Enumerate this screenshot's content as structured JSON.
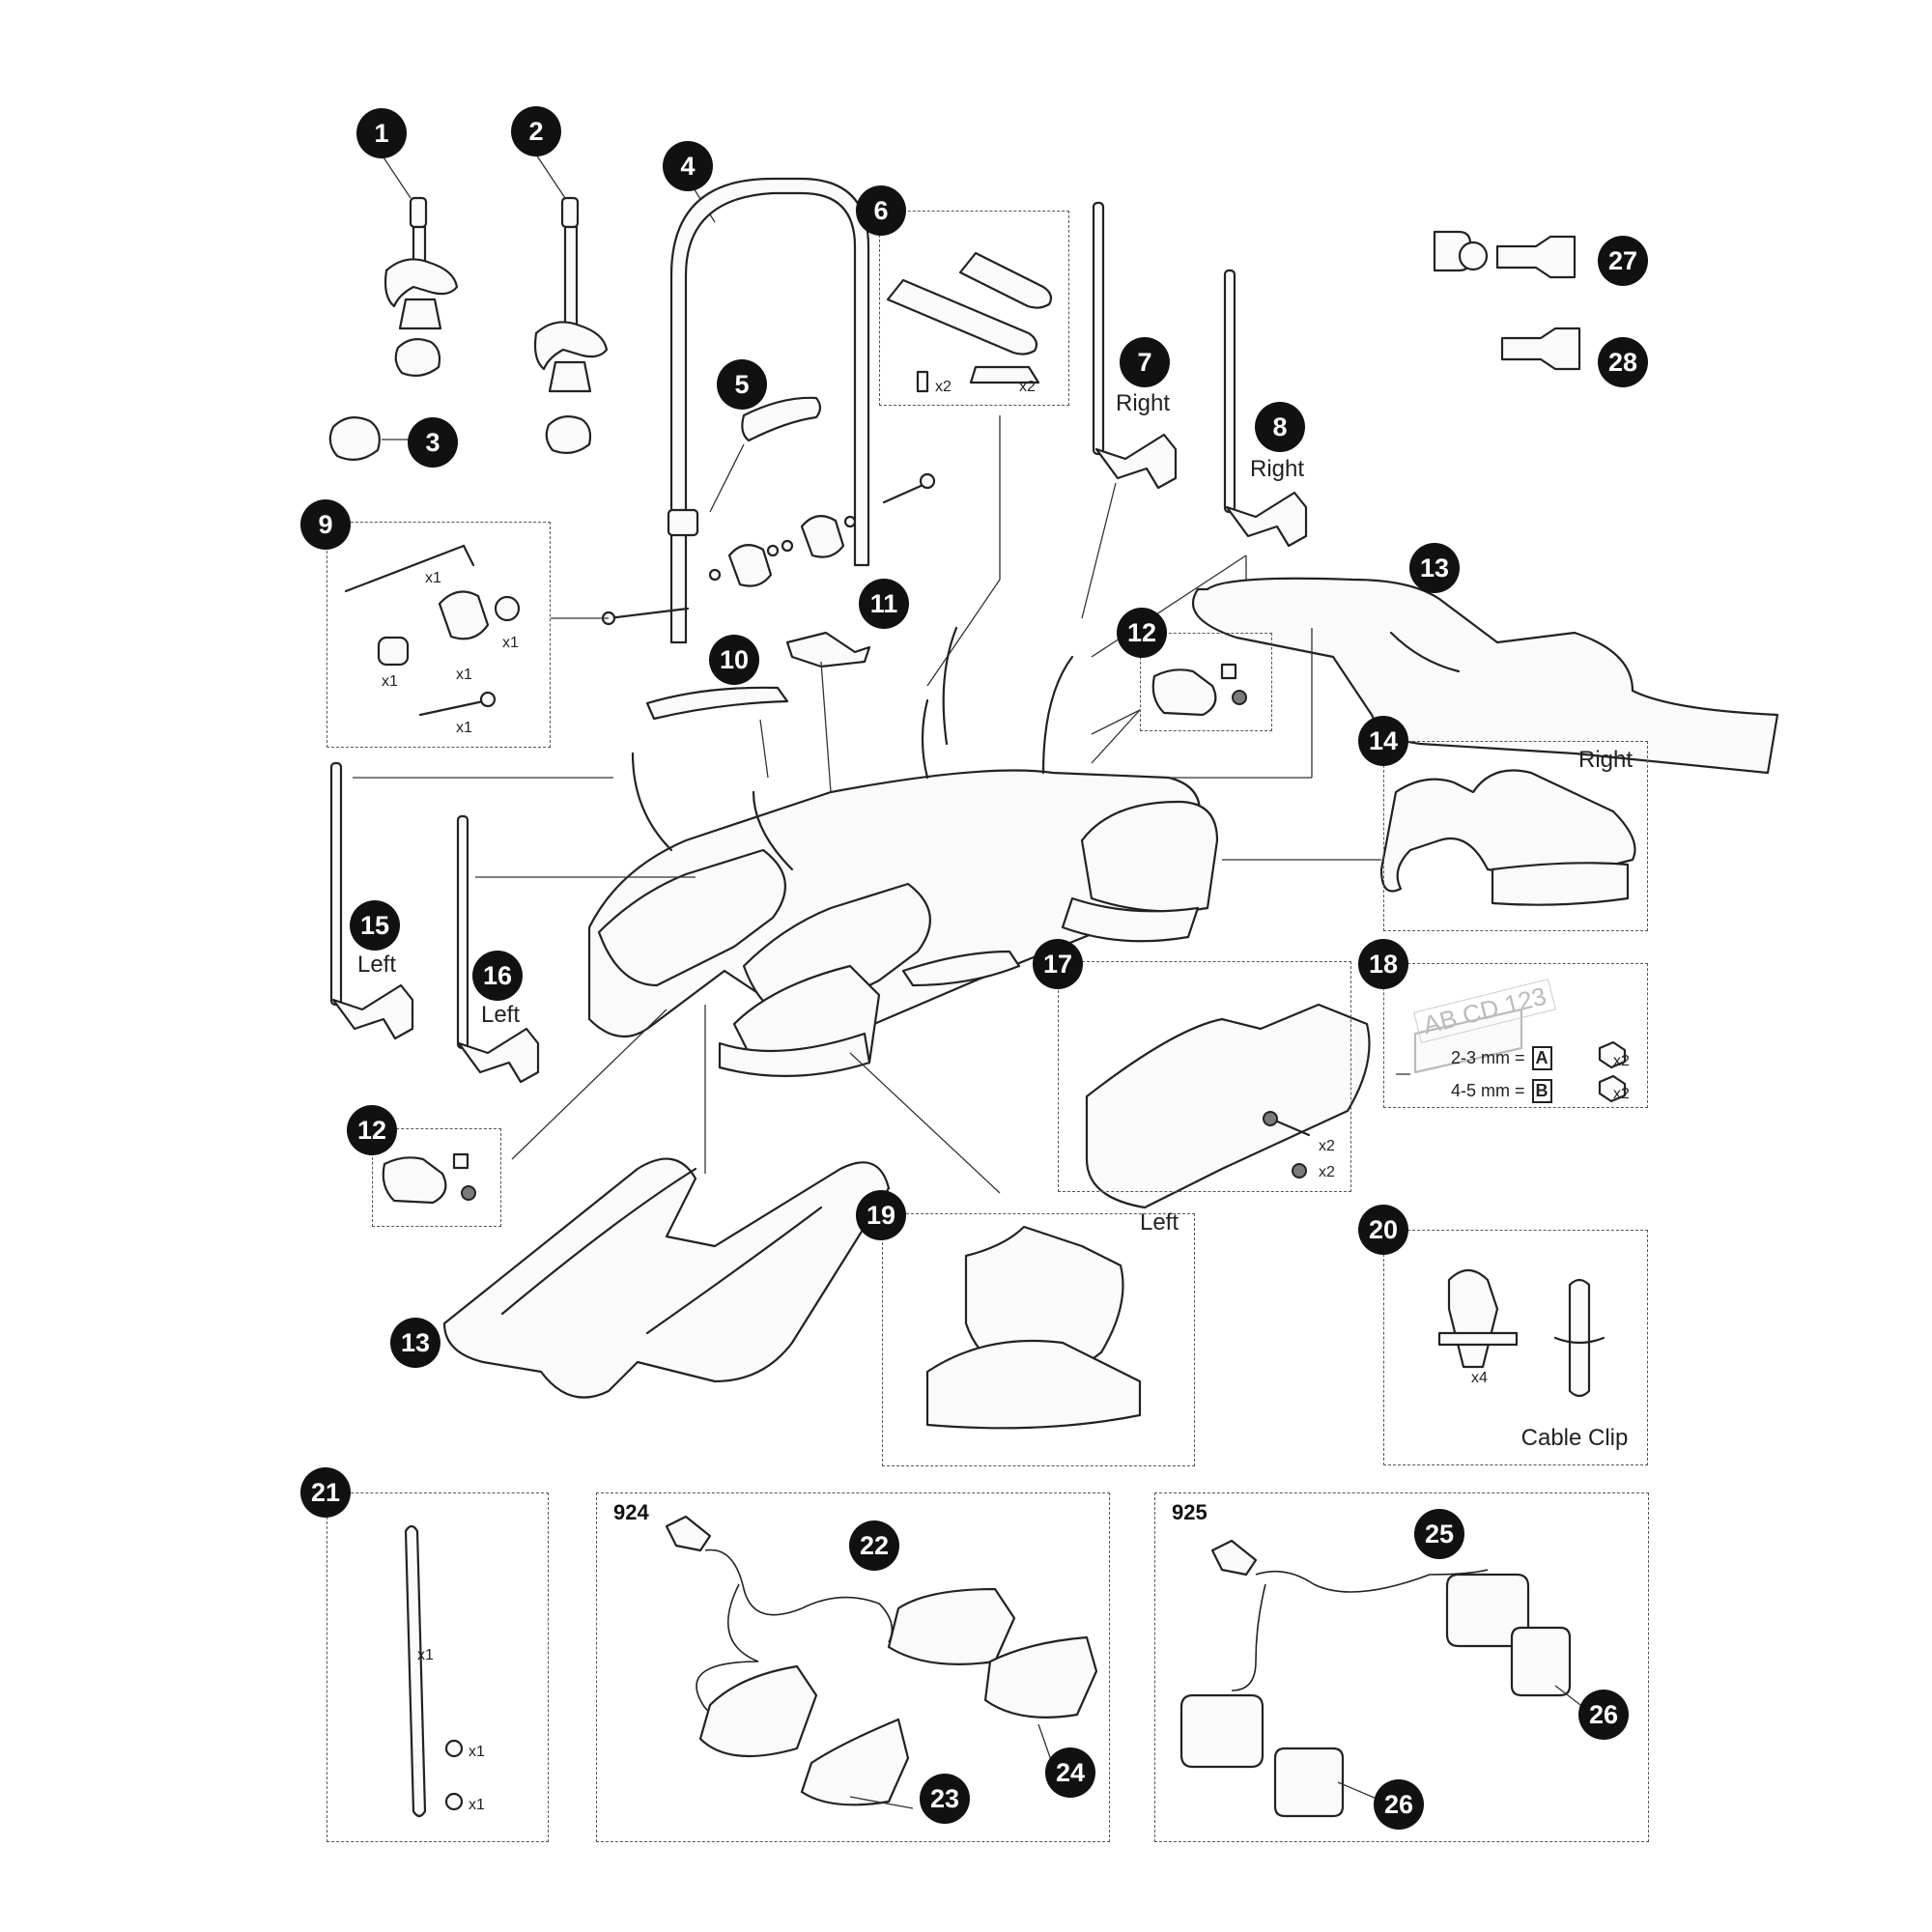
{
  "diagram": {
    "parts": [
      {
        "id": "1",
        "label": "1"
      },
      {
        "id": "2",
        "label": "2"
      },
      {
        "id": "3",
        "label": "3"
      },
      {
        "id": "4",
        "label": "4"
      },
      {
        "id": "5",
        "label": "5"
      },
      {
        "id": "6",
        "label": "6"
      },
      {
        "id": "7",
        "label": "7"
      },
      {
        "id": "8",
        "label": "8"
      },
      {
        "id": "9",
        "label": "9"
      },
      {
        "id": "10",
        "label": "10"
      },
      {
        "id": "11",
        "label": "11"
      },
      {
        "id": "12",
        "label": "12"
      },
      {
        "id": "13",
        "label": "13"
      },
      {
        "id": "14",
        "label": "14"
      },
      {
        "id": "15",
        "label": "15"
      },
      {
        "id": "16",
        "label": "16"
      },
      {
        "id": "17",
        "label": "17"
      },
      {
        "id": "18",
        "label": "18"
      },
      {
        "id": "19",
        "label": "19"
      },
      {
        "id": "20",
        "label": "20"
      },
      {
        "id": "21",
        "label": "21"
      },
      {
        "id": "22",
        "label": "22"
      },
      {
        "id": "23",
        "label": "23"
      },
      {
        "id": "24",
        "label": "24"
      },
      {
        "id": "25",
        "label": "25"
      },
      {
        "id": "26",
        "label": "26"
      },
      {
        "id": "27",
        "label": "27"
      },
      {
        "id": "28",
        "label": "28"
      }
    ],
    "side_labels": {
      "right": "Right",
      "left": "Left"
    },
    "quantities": {
      "x1": "x1",
      "x2": "x2",
      "x4": "x4"
    },
    "plate": {
      "text": "AB CD 123",
      "row_a": "2-3 mm =",
      "row_b": "4-5 mm =",
      "code_a": "A",
      "code_b": "B"
    },
    "cable_clip": "Cable Clip",
    "kit_924": "924",
    "kit_925": "925"
  }
}
